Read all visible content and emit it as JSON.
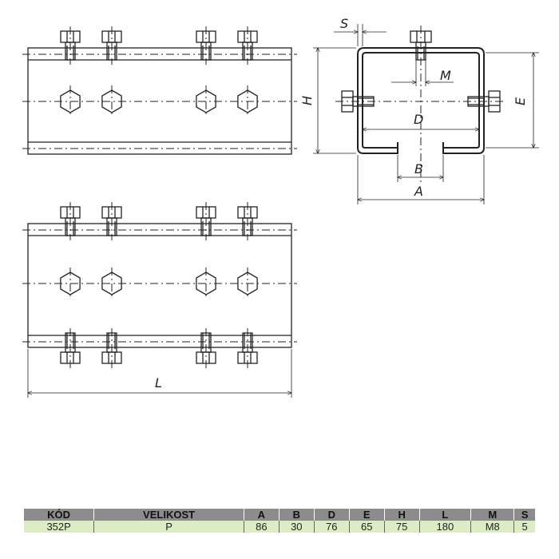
{
  "dimension_labels": {
    "S": "S",
    "H": "H",
    "M": "M",
    "E": "E",
    "D": "D",
    "B": "B",
    "A": "A",
    "L": "L"
  },
  "table": {
    "headers": [
      "KÓD",
      "VELIKOST",
      "A",
      "B",
      "D",
      "E",
      "H",
      "L",
      "M",
      "S"
    ],
    "rows": [
      [
        "352P",
        "P",
        "86",
        "30",
        "76",
        "65",
        "75",
        "180",
        "M8",
        "5"
      ]
    ]
  },
  "colors": {
    "header_bg": "#8c8c8c",
    "row_bg": "#dcecc4",
    "line": "#222222"
  }
}
